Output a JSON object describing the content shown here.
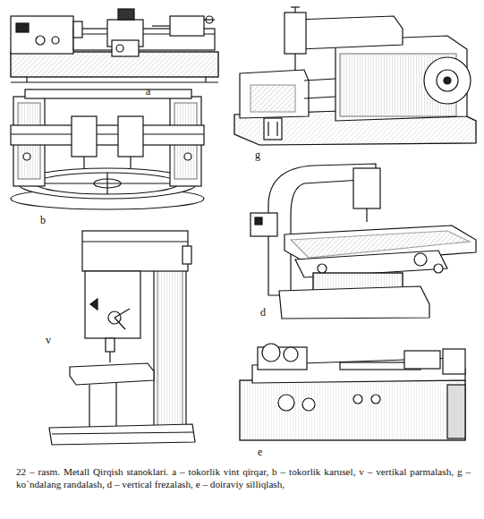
{
  "diagram": {
    "caption": "22 – rasm. Metall Qirqish stanoklari. a – tokorlik vint qirqar, b – tokorlik karusel, v – vertikal parmalash, g – ko`ndalang randalash, d – vertical frezalash, e – doiraviy silliqlash,",
    "labels": [
      "a",
      "g",
      "b",
      "d",
      "v",
      "e"
    ]
  }
}
